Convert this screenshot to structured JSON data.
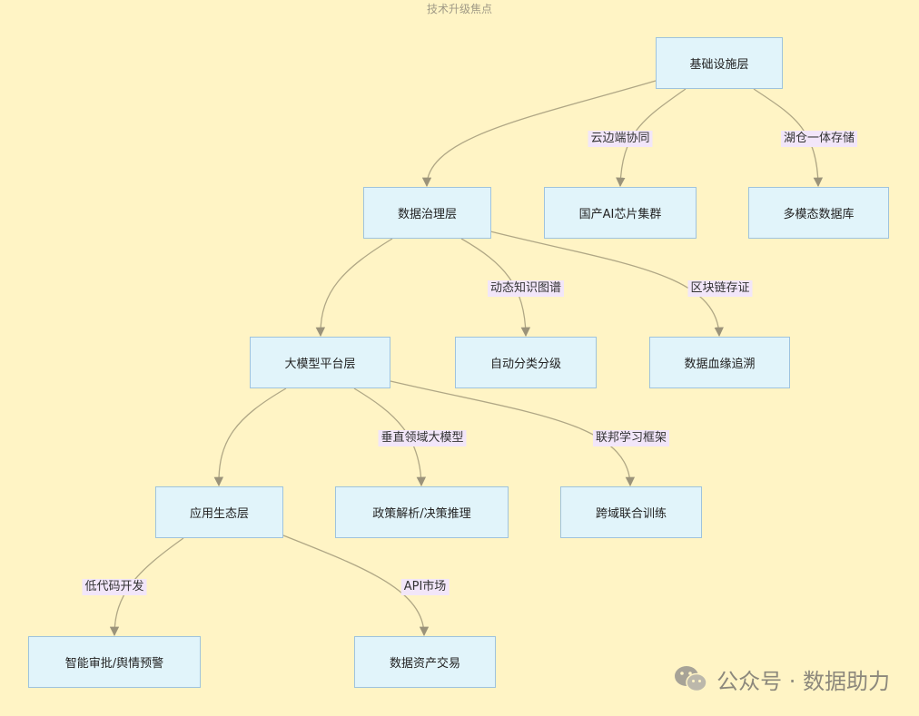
{
  "title": "技术升级焦点",
  "nodes": {
    "infra": "基础设施层",
    "gov": "数据治理层",
    "chip": "国产AI芯片集群",
    "multidb": "多模态数据库",
    "llm": "大模型平台层",
    "autoclass": "自动分类分级",
    "lineage": "数据血缘追溯",
    "app": "应用生态层",
    "policy": "政策解析/决策推理",
    "federated": "跨域联合训练",
    "approval": "智能审批/舆情预警",
    "trade": "数据资产交易"
  },
  "edge_labels": {
    "cloud_edge": "云边端协同",
    "lakehouse": "湖仓一体存储",
    "kg": "动态知识图谱",
    "blockchain": "区块链存证",
    "vertical": "垂直领域大模型",
    "fl": "联邦学习框架",
    "lowcode": "低代码开发",
    "api": "API市场"
  },
  "watermark": "公众号 · 数据助力",
  "colors": {
    "background": "#fff4c5",
    "node_fill": "#e1f4fa",
    "node_border": "#9fc3dd",
    "edge": "#b0a785",
    "edge_label_bg": "#f2e6f9"
  }
}
